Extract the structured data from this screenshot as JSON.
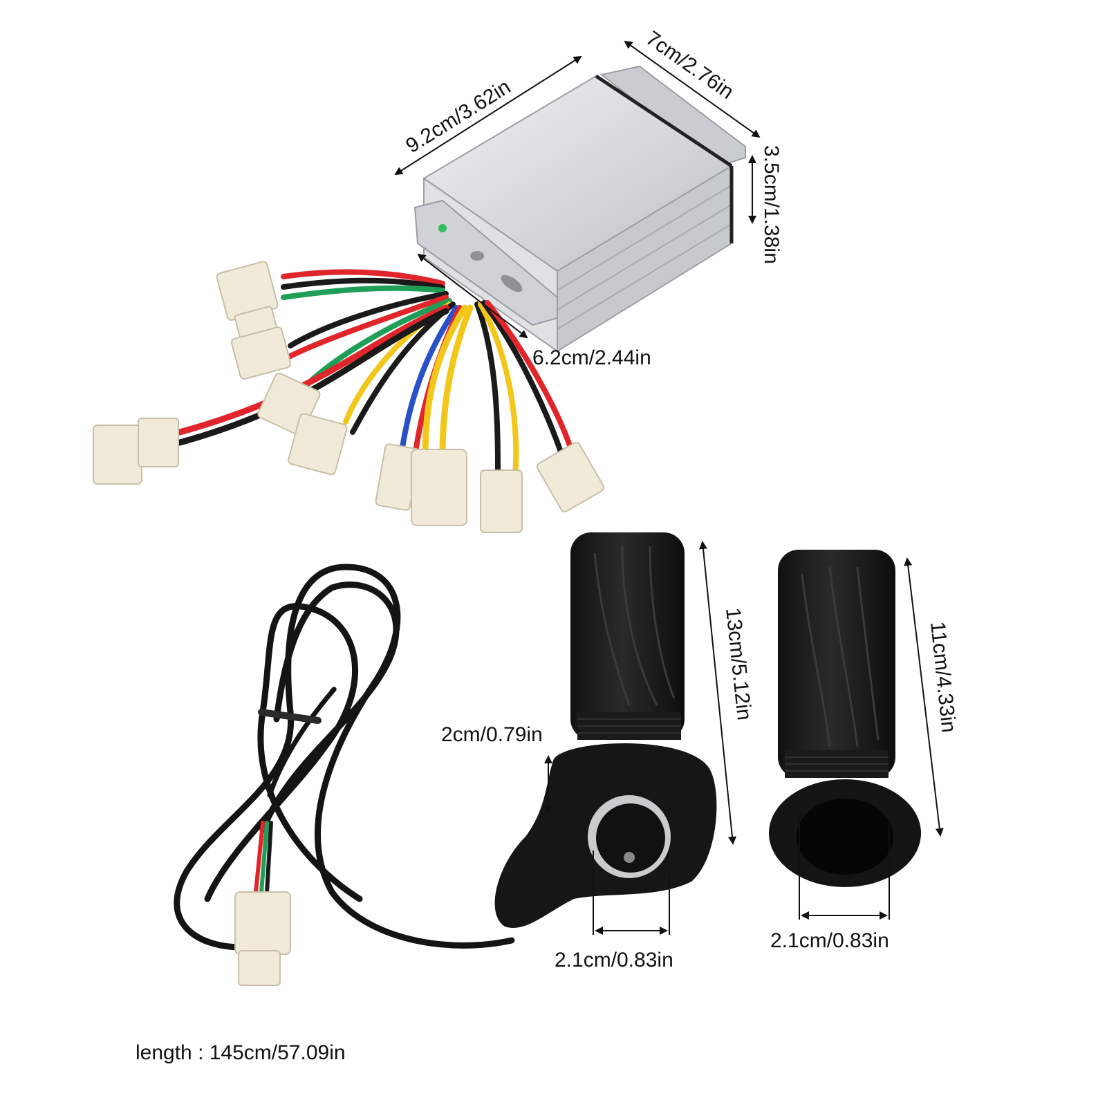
{
  "colors": {
    "background": "#ffffff",
    "aluminium": "#d7dadd",
    "rubber": "#1c1c1c",
    "connector": "#f1ead9",
    "wire_red": "#e0262b",
    "wire_yellow": "#f2c719",
    "wire_green": "#1f9e57",
    "wire_blue": "#2850c8",
    "wire_black": "#1a1a1a"
  },
  "controller": {
    "width_label": "9.2cm/3.62in",
    "depth_label": "7cm/2.76in",
    "height_label": "3.5cm/1.38in",
    "plate_label": "6.2cm/2.44in"
  },
  "throttle": {
    "length_label": "13cm/5.12in",
    "lever_label": "2cm/0.79in",
    "bore_label": "2.1cm/0.83in"
  },
  "grip": {
    "length_label": "11cm/4.33in",
    "bore_label": "2.1cm/0.83in"
  },
  "cable": {
    "length_label": "length : 145cm/57.09in"
  }
}
